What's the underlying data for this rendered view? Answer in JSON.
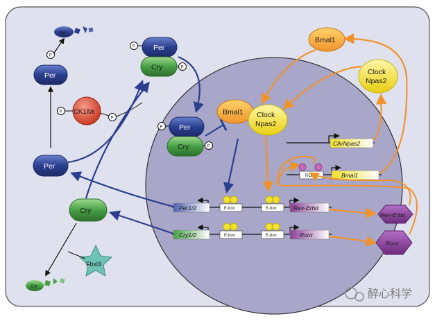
{
  "labels": {
    "per_degraded": "Per",
    "per_phospho_left": "Per",
    "kinase": "CK1δ/ε",
    "per_top": "Per",
    "cry_top": "Cry",
    "per_left": "Per",
    "cry_left": "Cry",
    "fbxl3": "Fbxl3",
    "cry_degraded": "Cry",
    "bmal1_top": "Bmal1",
    "clock_npas2_top_line1": "Clock",
    "clock_npas2_top_line2": "Npas2",
    "bmal1_nuc": "Bmal1",
    "clock_npas2_nuc_line1": "Clock",
    "clock_npas2_nuc_line2": "Npas2",
    "per_nuc": "Per",
    "cry_nuc": "Cry",
    "p": "P",
    "gene_clk_npas2": "Clk/Npas2",
    "gene_bmal1": "Bmal1",
    "rore": "RORE",
    "gene_per12": "Per1/2",
    "gene_cry12": "Cry1/2",
    "ebox": "E-box",
    "gene_rev_erba": "Rev-Erbα",
    "gene_rora": "Rorα",
    "rev_erba_protein": "Rev-Erbα",
    "rora_protein": "Rorα",
    "watermark": "醉心科学"
  },
  "colors": {
    "blue": "#2b3f8f",
    "green": "#47a046",
    "orange": "#f0932b",
    "yellow": "#f2e12d",
    "purple": "#8b3f98",
    "red": "#d9412f",
    "teal": "#6fc2b5",
    "nucleus": "#a8a6c9",
    "cell": "#dfe1ee"
  }
}
